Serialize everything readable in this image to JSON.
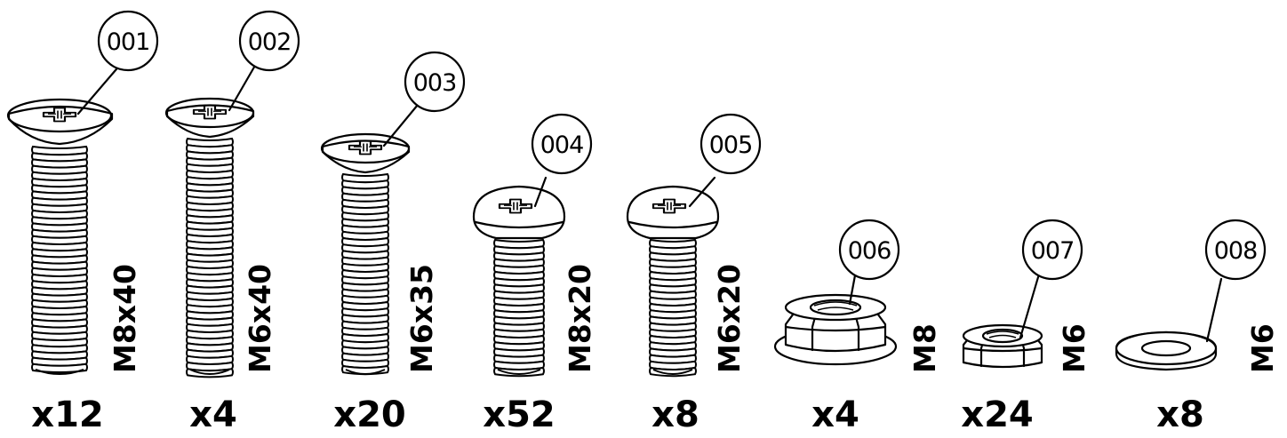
{
  "parts": [
    {
      "id": "001",
      "size": "M8x40",
      "qty": "x12",
      "type": "countersunk-screw"
    },
    {
      "id": "002",
      "size": "M6x40",
      "qty": "x4",
      "type": "countersunk-screw"
    },
    {
      "id": "003",
      "size": "M6x35",
      "qty": "x20",
      "type": "countersunk-screw"
    },
    {
      "id": "004",
      "size": "M8x20",
      "qty": "x52",
      "type": "pan-head-screw"
    },
    {
      "id": "005",
      "size": "M6x20",
      "qty": "x8",
      "type": "pan-head-screw"
    },
    {
      "id": "006",
      "size": "M8",
      "qty": "x4",
      "type": "flange-nut"
    },
    {
      "id": "007",
      "size": "M6",
      "qty": "x24",
      "type": "hex-nut"
    },
    {
      "id": "008",
      "size": "M6",
      "qty": "x8",
      "type": "washer"
    }
  ]
}
